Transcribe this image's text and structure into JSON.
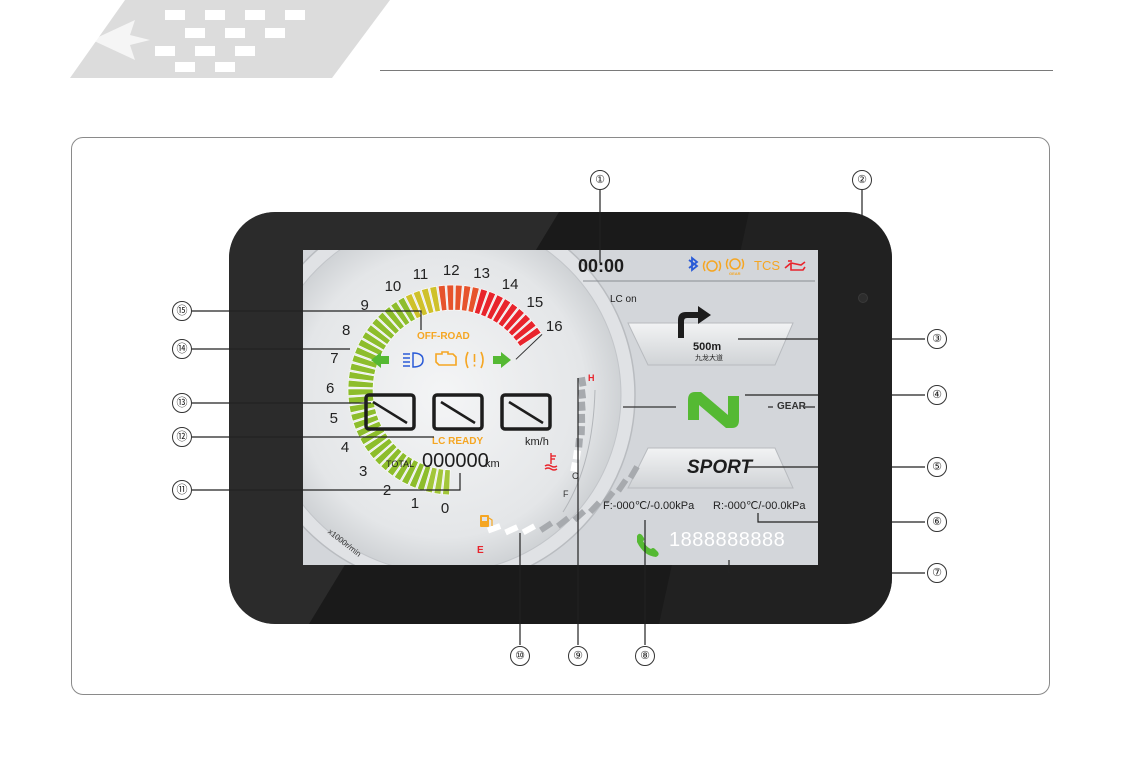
{
  "colors": {
    "accent_orange": "#f5a623",
    "green": "#55b933",
    "red": "#e8242c",
    "blue": "#2a5bd7",
    "dark": "#1d1d1d"
  },
  "screen": {
    "time": "00:00",
    "status_tcs": "TCS",
    "icon_names": [
      "bluetooth-icon",
      "abs-icon",
      "gear-warning-icon",
      "tcs-icon",
      "oil-icon"
    ],
    "gear_icon_label": "GEAR",
    "lc_on": "LC on",
    "nav_distance": "500m",
    "nav_road": "九龙大道",
    "gear_label": "GEAR",
    "gear_value": "N",
    "mode": "SPORT",
    "front_tire": "F:-000℃/-0.00kPa",
    "rear_tire": "R:-000℃/-00.0kPa",
    "phone_number": "1888888888",
    "off_road": "OFF-ROAD",
    "lc_ready": "LC READY",
    "speed_unit": "km/h",
    "odo_label": "TOTAL",
    "odo_value": "000000",
    "odo_unit": "km",
    "rpm_unit": "x1000r/min",
    "rpm_ticks": [
      "0",
      "1",
      "2",
      "3",
      "4",
      "5",
      "6",
      "7",
      "8",
      "9",
      "10",
      "11",
      "12",
      "13",
      "14",
      "15",
      "16"
    ],
    "temp_high": "H",
    "temp_low": "C",
    "fuel_full": "F",
    "fuel_empty": "E"
  },
  "callouts": [
    "①",
    "②",
    "③",
    "④",
    "⑤",
    "⑥",
    "⑦",
    "⑧",
    "⑨",
    "⑩",
    "⑪",
    "⑫",
    "⑬",
    "⑭",
    "⑮"
  ]
}
